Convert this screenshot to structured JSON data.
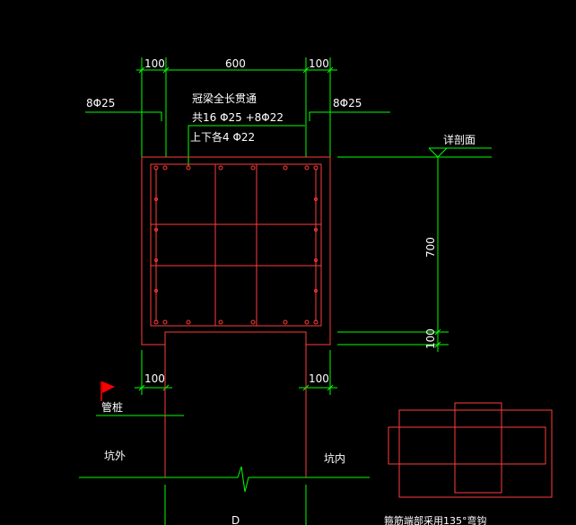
{
  "colors": {
    "background": "#000000",
    "dimension": "#00ff00",
    "section_outline": "#ff3b3b",
    "text": "#ffffff",
    "flag": "#ff0000"
  },
  "dimensions": {
    "top_left": "100",
    "top_mid": "600",
    "top_right": "100",
    "bottom_left": "100",
    "bottom_right": "100",
    "right_height": "700",
    "right_bottom": "100"
  },
  "labels": {
    "rebar_left": "8Φ25",
    "rebar_right": "8Φ25",
    "note_line1": "冠梁全长贯通",
    "note_line2": "共16 Φ25 +8Φ22",
    "note_line3": "上下各4 Φ22",
    "detail_section": "详剖面",
    "pile": "管桩",
    "pit_outside": "坑外",
    "pit_inside": "坑内",
    "diameter": "D",
    "bottom_note": "箍筋端部采用135°弯钩"
  }
}
